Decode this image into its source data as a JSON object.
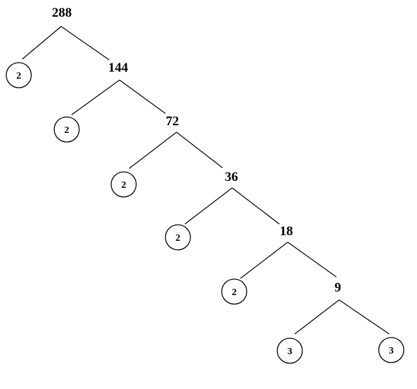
{
  "tree": {
    "composites": [
      "288",
      "144",
      "72",
      "36",
      "18",
      "9"
    ],
    "prime_factors": [
      "2",
      "2",
      "2",
      "2",
      "2",
      "3",
      "3"
    ]
  }
}
